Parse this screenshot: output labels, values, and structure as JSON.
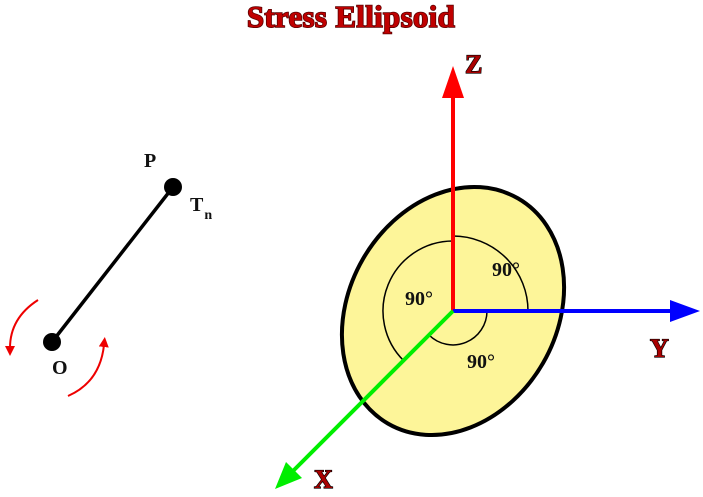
{
  "title": "Stress Ellipsoid",
  "axes": {
    "z_label": "Z",
    "y_label": "Y",
    "x_label": "X"
  },
  "points": {
    "p_label": "P",
    "o_label": "O",
    "tn_label": "T",
    "tn_subscript": "n"
  },
  "angles": [
    "90°",
    "90°",
    "90°"
  ],
  "colors": {
    "title": "#c00000",
    "z_axis": "#ff0000",
    "y_axis": "#0000ff",
    "x_axis": "#00ee00",
    "ellipsoid_fill": "#fdf599",
    "rotation_arrows": "#ee0000"
  }
}
